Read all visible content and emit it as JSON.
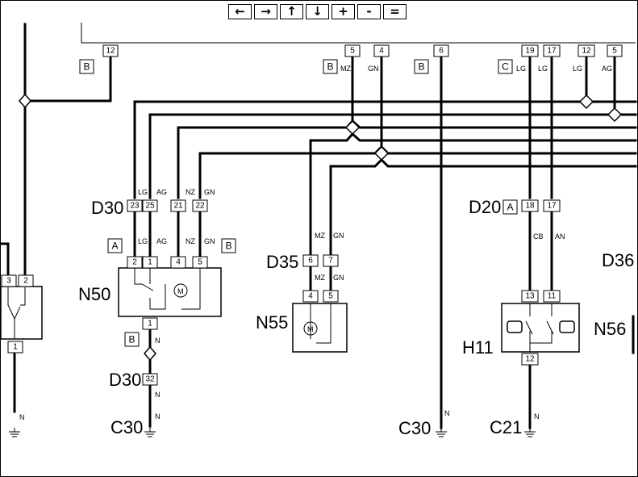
{
  "toolbar": {
    "buttons": [
      {
        "name": "pan-left-button",
        "glyph": "🡐",
        "label": "←"
      },
      {
        "name": "pan-right-button",
        "glyph": "🡒",
        "label": "→"
      },
      {
        "name": "pan-up-button",
        "glyph": "🡑",
        "label": "↑"
      },
      {
        "name": "pan-down-button",
        "glyph": "🡓",
        "label": "↓"
      },
      {
        "name": "zoom-in-button",
        "glyph": "+",
        "label": "+"
      },
      {
        "name": "zoom-out-button",
        "glyph": "-",
        "label": "-"
      },
      {
        "name": "zoom-fit-button",
        "glyph": "=",
        "label": "="
      }
    ]
  },
  "components": {
    "d30": "D30",
    "d30b": "D30",
    "d35": "D35",
    "d36": "D36",
    "d20": "D20",
    "n50": "N50",
    "n55": "N55",
    "n56": "N56",
    "h11": "H11",
    "c30a": "C30",
    "c30b": "C30",
    "c21": "C21"
  },
  "tags": {
    "b": "B",
    "c": "C",
    "a": "A"
  },
  "pins": {
    "top_b1": "12",
    "top_mid1": "5",
    "top_mid2": "4",
    "top_b2": "6",
    "top_c1": "19",
    "top_c2": "17",
    "top_c3": "12",
    "top_c4": "5",
    "d30_1": "23",
    "d30_2": "25",
    "d30_3": "21",
    "d30_4": "22",
    "n50_1": "2",
    "n50_2": "1",
    "n50_3": "4",
    "n50_4": "5",
    "n50_bot": "1",
    "d30_32": "32",
    "d35_1": "6",
    "d35_2": "7",
    "n55_1": "4",
    "n55_2": "5",
    "d20_1": "18",
    "d20_2": "17",
    "h11_1": "13",
    "h11_2": "11",
    "h11_bot": "12",
    "left_1": "3",
    "left_2": "2",
    "left_bot": "1"
  },
  "wire_labels": {
    "mz": "MZ",
    "gn": "GN",
    "lg": "LG",
    "ag": "AG",
    "nz": "NZ",
    "cb": "CB",
    "an": "AN",
    "n": "N"
  },
  "motor": "M"
}
